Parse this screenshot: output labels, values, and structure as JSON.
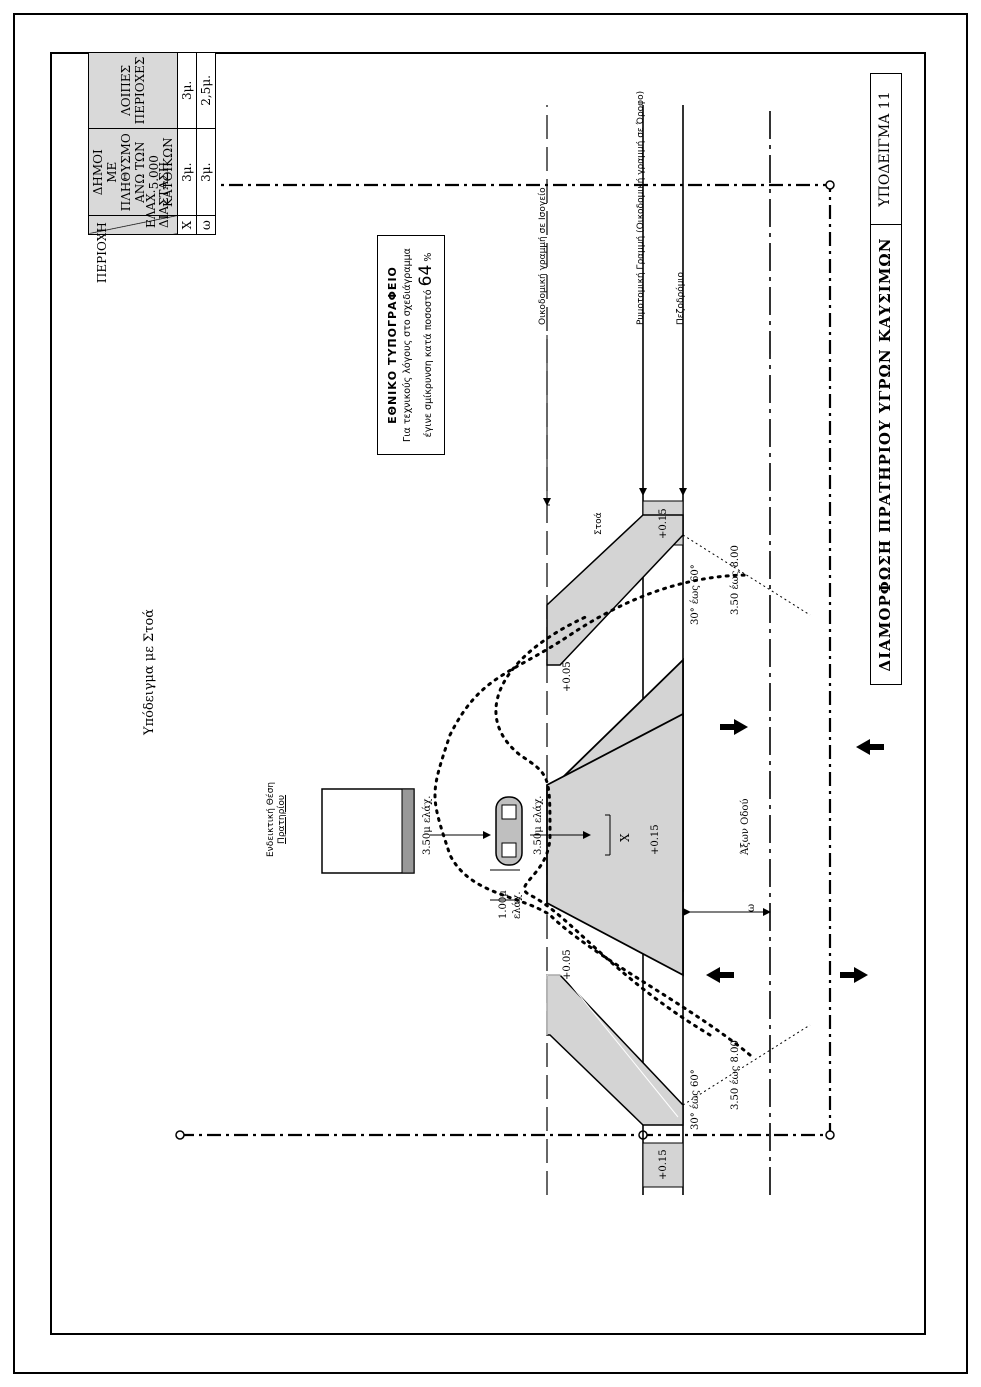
{
  "sheet": {
    "caption": "Υπόδειγμα με Στοά",
    "title": "ΔΙΑΜΟΡΦΩΣΗ ΠΡΑΤΗΡΙΟΥ ΥΓΡΩΝ ΚΑΥΣΙΜΩΝ",
    "example_number": "ΥΠΟΔΕΙΓΜΑ 11"
  },
  "table": {
    "corner_top": "ΠΕΡΙΟΧΗ",
    "corner_bottom_1": "ΕΛΑΧ.",
    "corner_bottom_2": "ΔΙΑΣΤΑΣΗ",
    "col1_line1": "ΔΗΜΟΙ",
    "col1_line2": "ΜΕ ΠΛΗΘΥΣΜΟ",
    "col1_line3": "ΑΝΩ ΤΩΝ 5.000 ΚΑΤΟΙΚΩΝ",
    "col2_line1": "ΛΟΙΠΕΣ",
    "col2_line2": "ΠΕΡΙΟΧΕΣ",
    "rows": [
      {
        "label": "Χ",
        "v1": "3μ.",
        "v2": "3μ."
      },
      {
        "label": "ω",
        "v1": "3μ.",
        "v2": "2,5μ."
      }
    ]
  },
  "stamp": {
    "org": "ΕΘΝΙΚΟ ΤΥΠΟΓΡΑΦΕΙΟ",
    "line1": "Για τεχνικούς λόγους στο σχεδιάγραμμα",
    "line2": "έγινε σμίκρυνση κατά ποσοστό",
    "percent": "64",
    "percent_sign": "%"
  },
  "labels": {
    "building_line": "Οικοδομική γραμμή σε Ισογείο",
    "regulatory_line": "Ρυμοτομική Γραμμή (Οικοδομική γραμμή σε Όροφο)",
    "sidewalk": "Πεζοδρόμιο",
    "arcade": "Στοά",
    "kiosk_1": "Ενδεικτική Θέση",
    "kiosk_2": "Πρατηρίου",
    "dist_upper": "3.50μ ελάχ.",
    "dist_lower": "3.50μ ελάχ.",
    "dist_side_1": "1.00μ",
    "dist_side_2": "ελάχ.",
    "island_x": "Χ",
    "omega": "ω",
    "road_axis": "Άξων Οδού",
    "angle_left": "30° έως 60°",
    "angle_right": "30° έως 60°",
    "entrance_left": "3.50 έως 8.00",
    "entrance_right": "3.50 έως 8.00",
    "elev_island": "+0.15",
    "elev_left_sidewalk": "+0.15",
    "elev_right_sidewalk": "+0.15",
    "elev_left_ramp": "+0.05",
    "elev_right_ramp": "+0.05"
  }
}
